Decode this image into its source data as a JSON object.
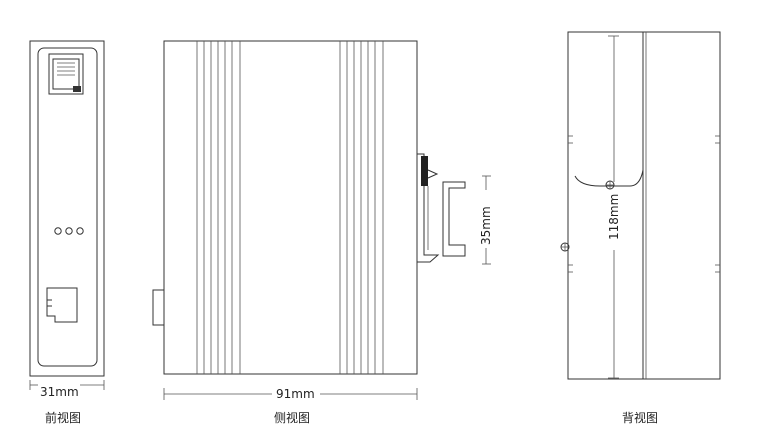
{
  "labels": {
    "front_view": "前视图",
    "side_view": "侧视图",
    "back_view": "背视图"
  },
  "dimensions": {
    "width": "31mm",
    "depth": "91mm",
    "rail": "35mm",
    "height": "118mm"
  }
}
